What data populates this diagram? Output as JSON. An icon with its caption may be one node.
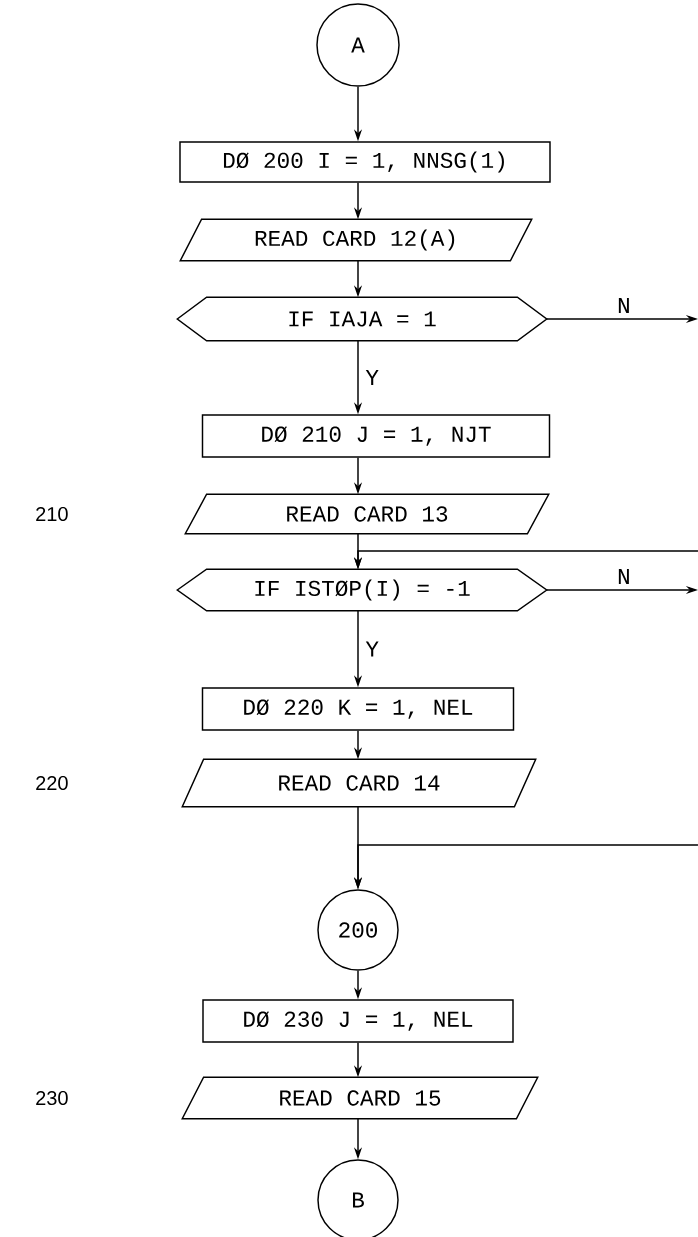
{
  "diagram": {
    "nodes": [
      {
        "text": [
          "A"
        ]
      },
      {
        "text": [
          "DØ 200 I = 1, NNSG(1)"
        ]
      },
      {
        "text": [
          "READ CARD 12(A)"
        ]
      },
      {
        "text": [
          "IF IAJA = 1"
        ]
      },
      {
        "text": [
          "DØ 210 J = 1, NJT"
        ]
      },
      {
        "text": [
          "READ CARD 13"
        ]
      },
      {
        "text": [
          "IF ISTØP(I) = -1"
        ]
      },
      {
        "text": [
          "DØ 220 K = 1, NEL"
        ]
      },
      {
        "text": [
          "READ CARD 14"
        ]
      },
      {
        "text": [
          "200"
        ]
      },
      {
        "text": [
          "DØ 230 J = 1, NEL"
        ]
      },
      {
        "text": [
          "READ CARD 15"
        ]
      },
      {
        "text": [
          "B"
        ]
      }
    ],
    "edges": [
      {
        "from": 0,
        "to": 1,
        "arrow": "to"
      },
      {
        "from": 1,
        "to": 2,
        "arrow": "to"
      },
      {
        "from": 2,
        "to": 3,
        "arrow": "to"
      },
      {
        "from": 3,
        "to": null,
        "arrow": "to",
        "label": "N"
      },
      {
        "from": 3,
        "to": 4,
        "arrow": "to",
        "label": "Y"
      },
      {
        "from": 4,
        "to": 5,
        "arrow": "to"
      },
      {
        "from": 5,
        "to": 6,
        "arrow": "to"
      },
      {
        "from": null,
        "to": 6,
        "arrow": "to"
      },
      {
        "from": 6,
        "to": null,
        "arrow": "to",
        "label": "N"
      },
      {
        "from": 6,
        "to": 7,
        "arrow": "to",
        "label": "Y"
      },
      {
        "from": 7,
        "to": 8,
        "arrow": "to"
      },
      {
        "from": 8,
        "to": 9,
        "arrow": "to"
      },
      {
        "from": null,
        "to": 9,
        "arrow": "to"
      },
      {
        "from": 9,
        "to": 10,
        "arrow": "to"
      },
      {
        "from": 10,
        "to": 11,
        "arrow": "to"
      },
      {
        "from": 11,
        "to": 12,
        "arrow": "to"
      }
    ],
    "labels": [
      "210",
      "220",
      "230"
    ]
  }
}
